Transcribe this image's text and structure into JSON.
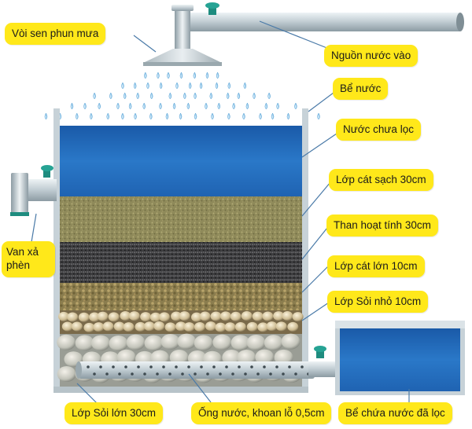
{
  "colors": {
    "label_bg": "#ffe81a",
    "water": "#1b62b8",
    "tank_wall": "#c9d3d9",
    "pipe": "#cfd8dc",
    "valve": "#1f9c8e",
    "drops": "#8ec7ea",
    "connector_line": "#4a7aa8"
  },
  "labels": {
    "shower": "Vòi sen phun mưa",
    "water_source": "Nguồn nước vào",
    "tank": "Bể nước",
    "unfiltered_water": "Nước chưa lọc",
    "clean_sand": "Lớp cát sạch 30cm",
    "activated_carbon": "Than hoạt tính  30cm",
    "coarse_sand": "Lớp cát lớn 10cm",
    "small_gravel": "Lớp Sỏi nhỏ  10cm",
    "drain_valve": "Van xả phèn",
    "large_gravel": "Lớp Sỏi lớn 30cm",
    "perforated_pipe": "Ống nước, khoan lỗ 0,5cm",
    "filtered_tank": "Bể chứa nước đã lọc"
  },
  "icons": [
    "shower-head-icon",
    "valve-handle-icon",
    "water-drop-icon"
  ]
}
